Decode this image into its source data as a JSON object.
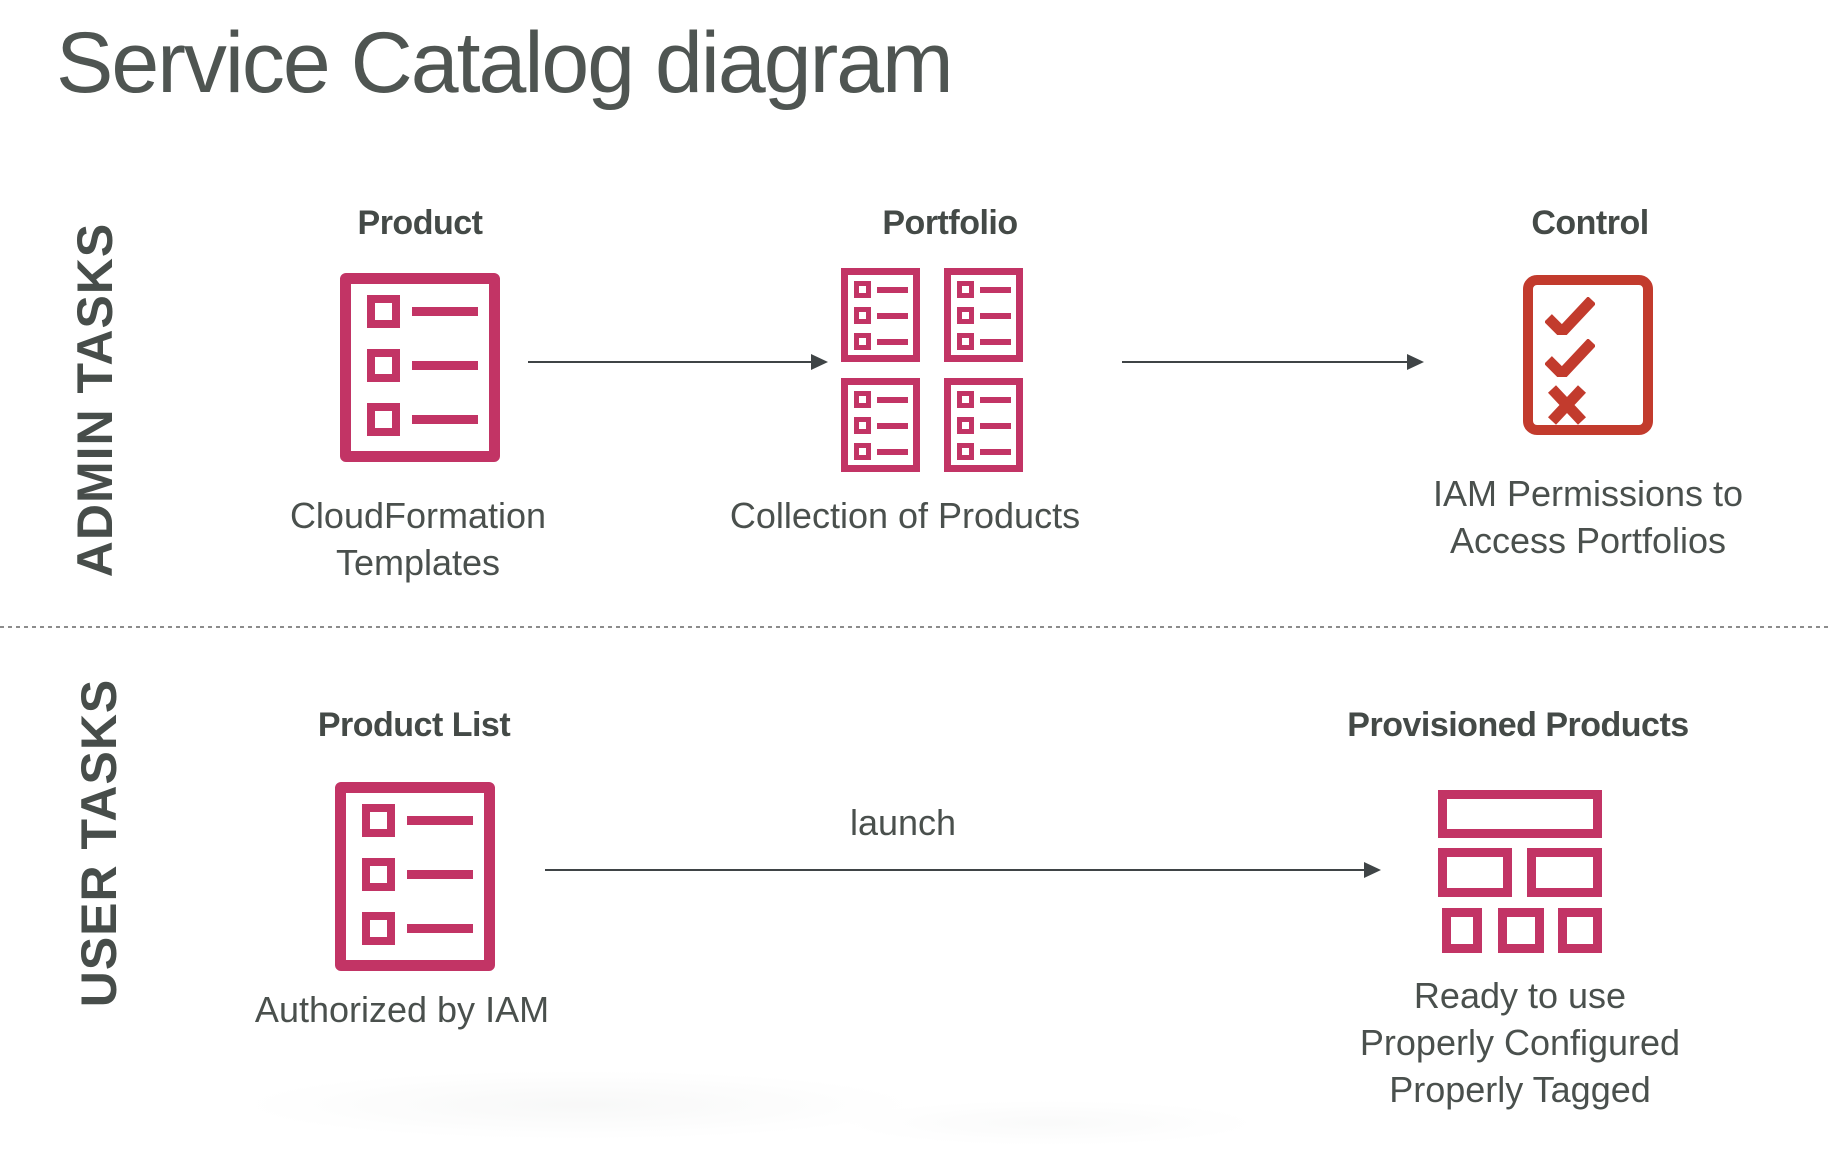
{
  "title": "Service Catalog diagram",
  "lanes": {
    "admin": "ADMIN TASKS",
    "user": "USER TASKS"
  },
  "admin": {
    "product": {
      "header": "Product",
      "captions": [
        "CloudFormation",
        "Templates"
      ]
    },
    "portfolio": {
      "header": "Portfolio",
      "caption": "Collection of Products"
    },
    "control": {
      "header": "Control",
      "captions": [
        "IAM Permissions to",
        "Access Portfolios"
      ]
    }
  },
  "user": {
    "product_list": {
      "header": "Product List",
      "caption": "Authorized by IAM"
    },
    "launch_label": "launch",
    "provisioned": {
      "header": "Provisioned Products",
      "captions": [
        "Ready to use",
        "Properly Configured",
        "Properly Tagged"
      ]
    }
  },
  "colors": {
    "ink": "#4a504d",
    "crimson": "#c23465",
    "red": "#c23b2d",
    "line": "#3f4446",
    "divider": "#8c8c8c"
  }
}
